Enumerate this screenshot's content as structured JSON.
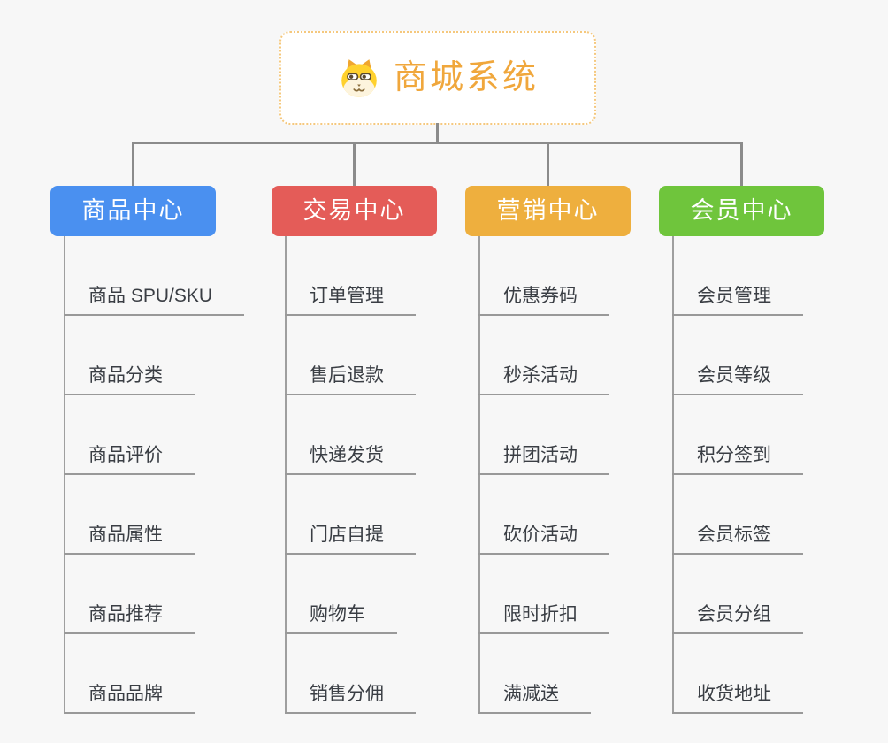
{
  "canvas": {
    "background": "#f7f7f7"
  },
  "root": {
    "label": "商城系统",
    "icon": "dog-face-icon",
    "text_color": "#f0a73c",
    "border_color": "#f5c87d"
  },
  "connectors": {
    "trunk_color": "#8b8b8b",
    "child_line_color": "#9f9f9f",
    "underline_color": "#999999"
  },
  "branches": [
    {
      "label": "商品中心",
      "color": "#4a90f0",
      "children": [
        "商品 SPU/SKU",
        "商品分类",
        "商品评价",
        "商品属性",
        "商品推荐",
        "商品品牌"
      ]
    },
    {
      "label": "交易中心",
      "color": "#e45c58",
      "children": [
        "订单管理",
        "售后退款",
        "快递发货",
        "门店自提",
        "购物车",
        "销售分佣"
      ]
    },
    {
      "label": "营销中心",
      "color": "#eeaf3e",
      "children": [
        "优惠券码",
        "秒杀活动",
        "拼团活动",
        "砍价活动",
        "限时折扣",
        "满减送"
      ]
    },
    {
      "label": "会员中心",
      "color": "#6fc53c",
      "children": [
        "会员管理",
        "会员等级",
        "积分签到",
        "会员标签",
        "会员分组",
        "收货地址"
      ]
    }
  ]
}
